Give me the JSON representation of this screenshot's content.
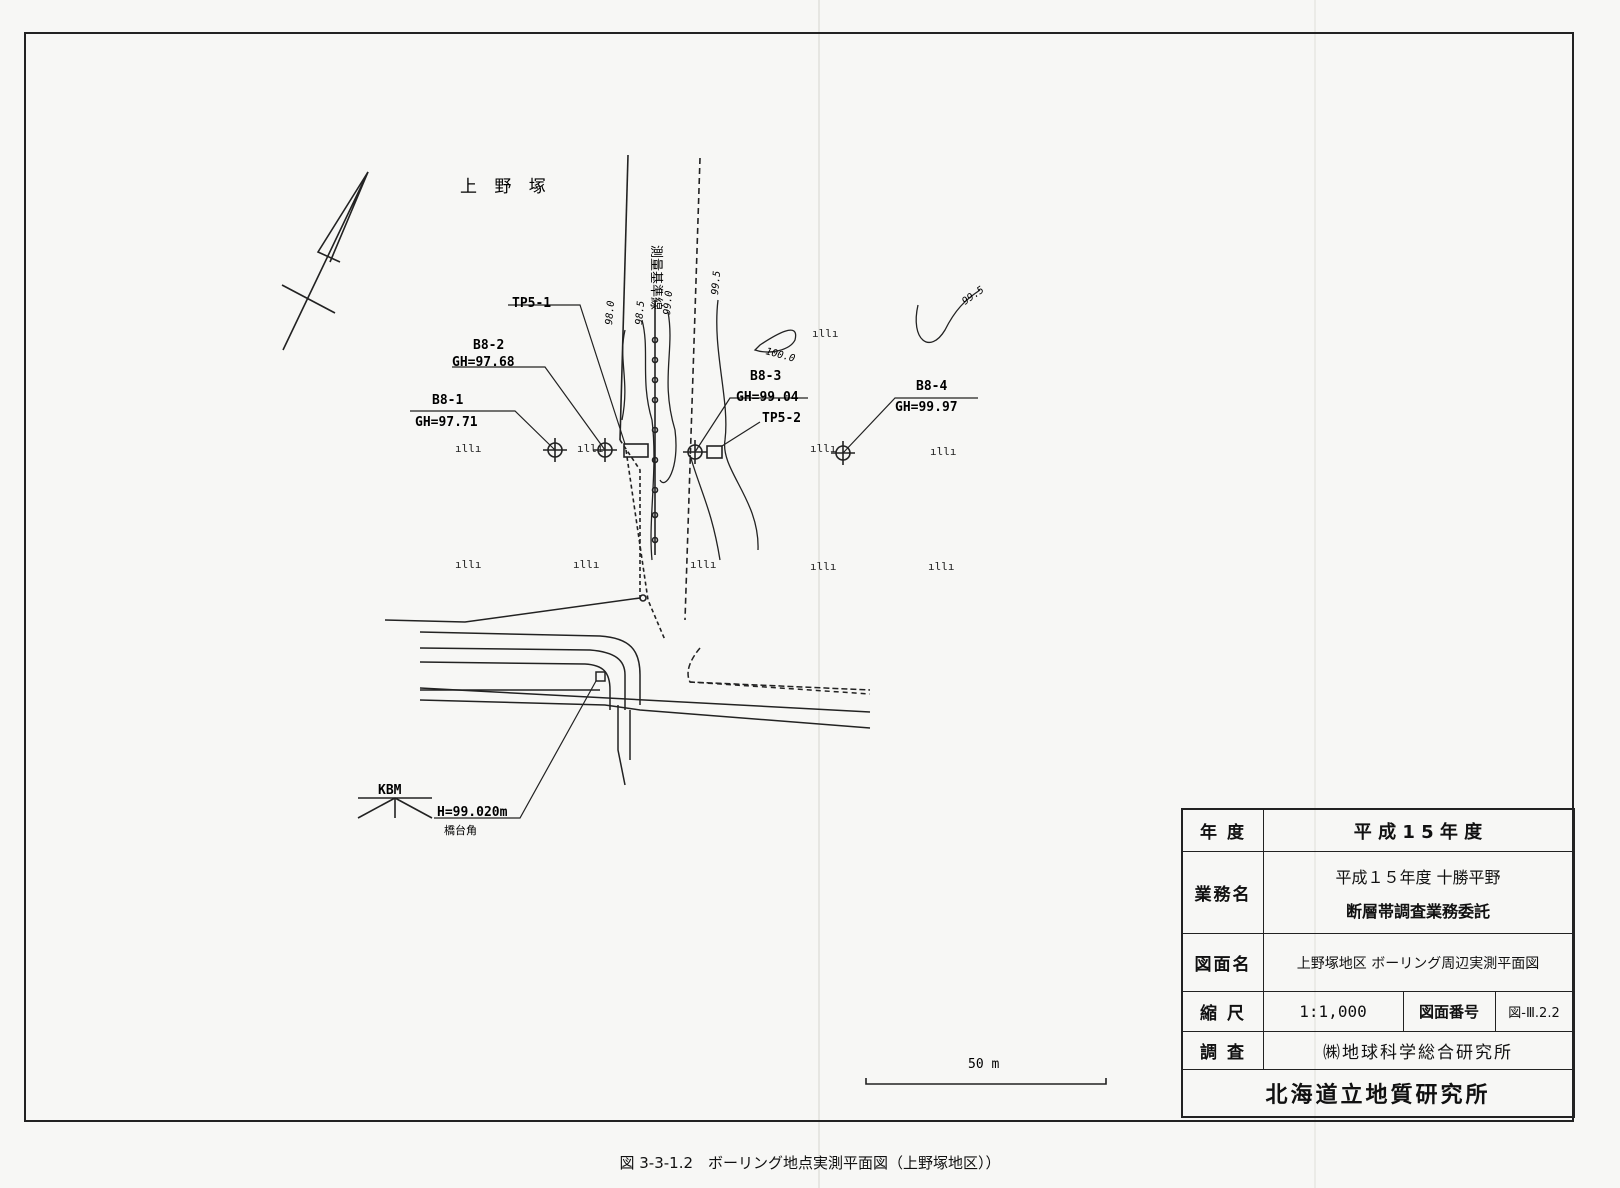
{
  "map": {
    "place_name": "上 野 塚",
    "road_label": "測量基準線",
    "points": {
      "b8_1": {
        "name": "B8-1",
        "gh": "GH=97.71"
      },
      "b8_2": {
        "name": "B8-2",
        "gh": "GH=97.68"
      },
      "b8_3": {
        "name": "B8-3",
        "gh": "GH=99.04"
      },
      "b8_4": {
        "name": "B8-4",
        "gh": "GH=99.97"
      },
      "tp5_1": {
        "name": "TP5-1"
      },
      "tp5_2": {
        "name": "TP5-2"
      }
    },
    "contours": [
      "98.0",
      "98.5",
      "99.0",
      "99.5",
      "100.0",
      "99.5"
    ],
    "kbm": {
      "name": "KBM",
      "height": "H=99.020m",
      "note": "橋台角"
    },
    "scale_bar": "50 m"
  },
  "title_block": {
    "year_label": "年 度",
    "year_value": "平 成 1 5 年 度",
    "project_label": "業務名",
    "project_value_line1": "平成１５年度 十勝平野",
    "project_value_line2": "断層帯調査業務委託",
    "drawing_label": "図面名",
    "drawing_value": "上野塚地区  ボーリング周辺実測平面図",
    "scale_label": "縮 尺",
    "scale_value": "1:1,000",
    "number_label": "図面番号",
    "number_value": "図-Ⅲ.2.2",
    "survey_label": "調 査",
    "survey_value": "㈱地球科学総合研究所",
    "org": "北海道立地質研究所"
  },
  "caption": "図 3-3-1.2　ボーリング地点実測平面図（上野塚地区））"
}
